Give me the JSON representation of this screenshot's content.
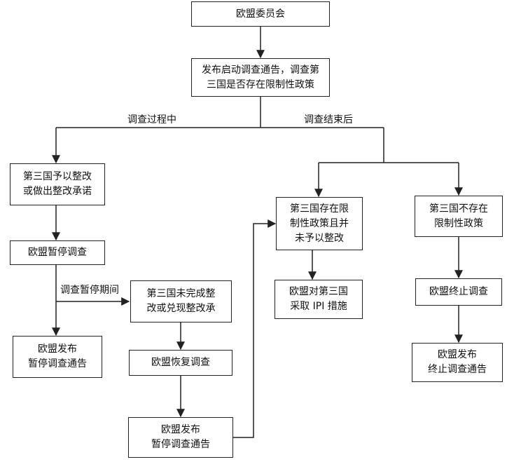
{
  "nodes": {
    "eu_commission": "欧盟委员会",
    "initiate_investigation": "发布启动调查通告，调查第\n三国是否存在限制性政策",
    "third_country_rectify": "第三国予以整改\n或做出整改承诺",
    "eu_suspend_investigation": "欧盟暂停调查",
    "eu_publish_suspension_notice": "欧盟发布\n暂停调查通告",
    "third_country_not_complete": "第三国未完成整\n改或兑现整改承",
    "eu_resume_investigation": "欧盟恢复调查",
    "eu_publish_suspension_notice_2": "欧盟发布\n暂停调查通告",
    "third_country_restrictive_not_rectified": "第三国存在限\n制性政策且并\n未予以整改",
    "eu_take_ipi_measures": "欧盟对第三国\n采取 IPI 措施",
    "third_country_no_restrictive": "第三国不存在\n限制性政策",
    "eu_terminate_investigation": "欧盟终止调查",
    "eu_publish_termination_notice": "欧盟发布\n终止调查通告"
  },
  "edge_labels": {
    "during_investigation": "调查过程中",
    "after_investigation": "调查结束后",
    "suspension_period": "调查暂停期间"
  }
}
